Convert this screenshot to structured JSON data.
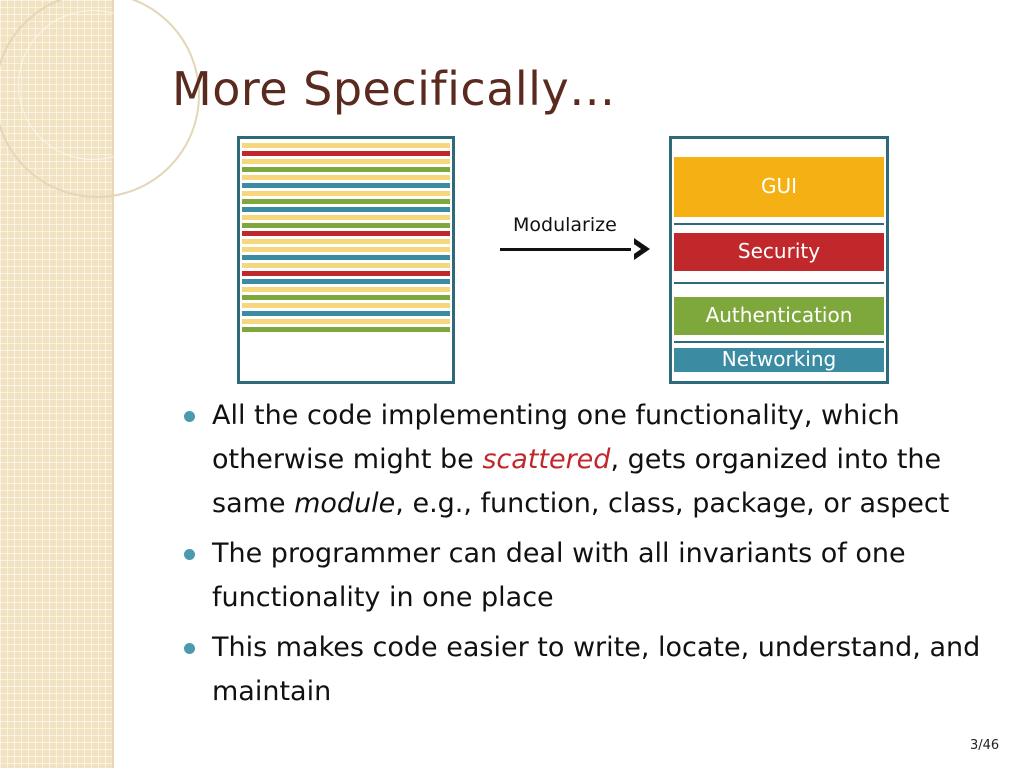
{
  "slide": {
    "title": "More Specifically…",
    "page_number": "3/46"
  },
  "diagram": {
    "arrow_label": "Modularize",
    "scattered_stripes": [
      "gold",
      "red",
      "gold",
      "green",
      "gold",
      "blue",
      "gold",
      "green",
      "blue",
      "gold",
      "green",
      "red",
      "gold",
      "gold",
      "blue",
      "gold",
      "red",
      "blue",
      "gold",
      "green",
      "gold",
      "blue",
      "gold",
      "green"
    ],
    "modules": {
      "gui": "GUI",
      "security": "Security",
      "authentication": "Authentication",
      "networking": "Networking"
    },
    "colors": {
      "frame": "#2e6a7a",
      "gui": "#f5b014",
      "security": "#c0282c",
      "authentication": "#7ea83c",
      "networking": "#3b8ca3",
      "stripe_gold": "#f6d77e"
    }
  },
  "bullets": [
    {
      "parts": [
        "All the code implementing one functionality, which otherwise might be ",
        "scattered",
        ", gets organized into the same ",
        "module",
        ", e.g., function, class, package, or aspect"
      ]
    },
    {
      "text": "The programmer can deal with all invariants of one functionality in one place"
    },
    {
      "text": "This makes code easier to write, locate, understand, and maintain"
    }
  ],
  "theme": {
    "title_color": "#5a2a1e",
    "bullet_color": "#4c9ab0",
    "emphasis_color": "#c0282c"
  }
}
